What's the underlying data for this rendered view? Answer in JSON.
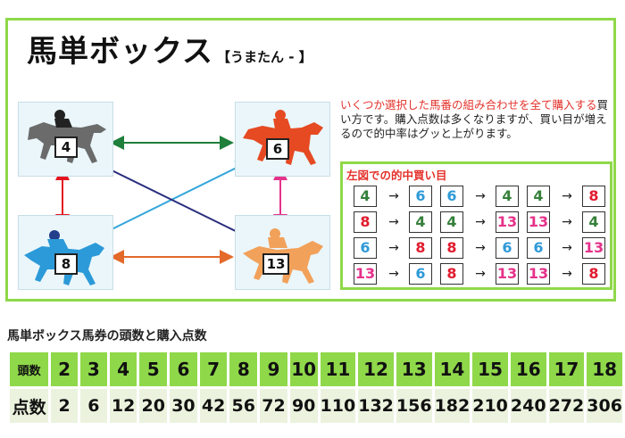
{
  "header": {
    "title": "馬単ボックス",
    "reading": "【うまたん - 】"
  },
  "description": {
    "highlight": "いくつか選択した馬番の組み合わせを全て購入する",
    "rest": "買い方です。購入点数は多くなりますが、買い目が増えるので的中率はグッと上がります。"
  },
  "horses": [
    {
      "number": "4",
      "color": "#6b6b6b"
    },
    {
      "number": "6",
      "color": "#e64a23"
    },
    {
      "number": "8",
      "color": "#2c9ad8"
    },
    {
      "number": "13",
      "color": "#f2a15a"
    }
  ],
  "colors": {
    "green": "#8fd84a",
    "red": "#e4322b",
    "four": "#35803a",
    "six": "#2f9ad8",
    "eight": "#e11b2e",
    "thirteen": "#e5328a"
  },
  "combinations": {
    "title": "左図での的中買い目",
    "arrow": "→",
    "pairs": [
      [
        "4",
        "6"
      ],
      [
        "6",
        "4"
      ],
      [
        "4",
        "8"
      ],
      [
        "8",
        "4"
      ],
      [
        "4",
        "13"
      ],
      [
        "13",
        "4"
      ],
      [
        "6",
        "8"
      ],
      [
        "8",
        "6"
      ],
      [
        "6",
        "13"
      ],
      [
        "13",
        "6"
      ],
      [
        "8",
        "13"
      ],
      [
        "13",
        "8"
      ]
    ]
  },
  "table": {
    "title": "馬単ボックス馬券の頭数と購入点数",
    "head_label": "頭数",
    "value_label": "点数",
    "heads": [
      "2",
      "3",
      "4",
      "5",
      "6",
      "7",
      "8",
      "9",
      "10",
      "11",
      "12",
      "13",
      "14",
      "15",
      "16",
      "17",
      "18"
    ],
    "points": [
      "2",
      "6",
      "12",
      "20",
      "30",
      "42",
      "56",
      "72",
      "90",
      "110",
      "132",
      "156",
      "182",
      "210",
      "240",
      "272",
      "306"
    ]
  }
}
